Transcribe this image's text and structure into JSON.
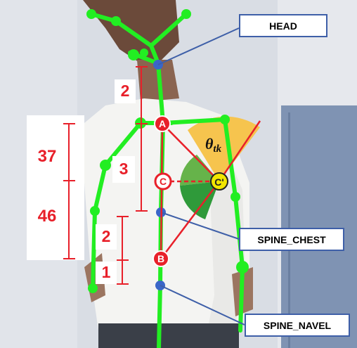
{
  "labels": {
    "head": "HEAD",
    "spine_chest": "SPINE_CHEST",
    "spine_navel": "SPINE_NAVEL"
  },
  "points": {
    "a": "A",
    "b": "B",
    "c": "C",
    "c_prime": "C'"
  },
  "angle": {
    "symbol": "θ",
    "subscript": "tk"
  },
  "measurements": {
    "inner_2_top": "2",
    "inner_3": "3",
    "inner_2_bottom": "2",
    "inner_1": "1",
    "outer_37": "37",
    "outer_46": "46"
  },
  "colors": {
    "skeleton": "#22ee22",
    "joint": "#3a66c8",
    "marker_red": "#e8202a",
    "angle_fill": "#f6c44e",
    "sector_light": "#66b34a",
    "sector_dark": "#2f9a3a",
    "label_border": "#3e5fa8",
    "point_c_prime": "#f2e600"
  }
}
